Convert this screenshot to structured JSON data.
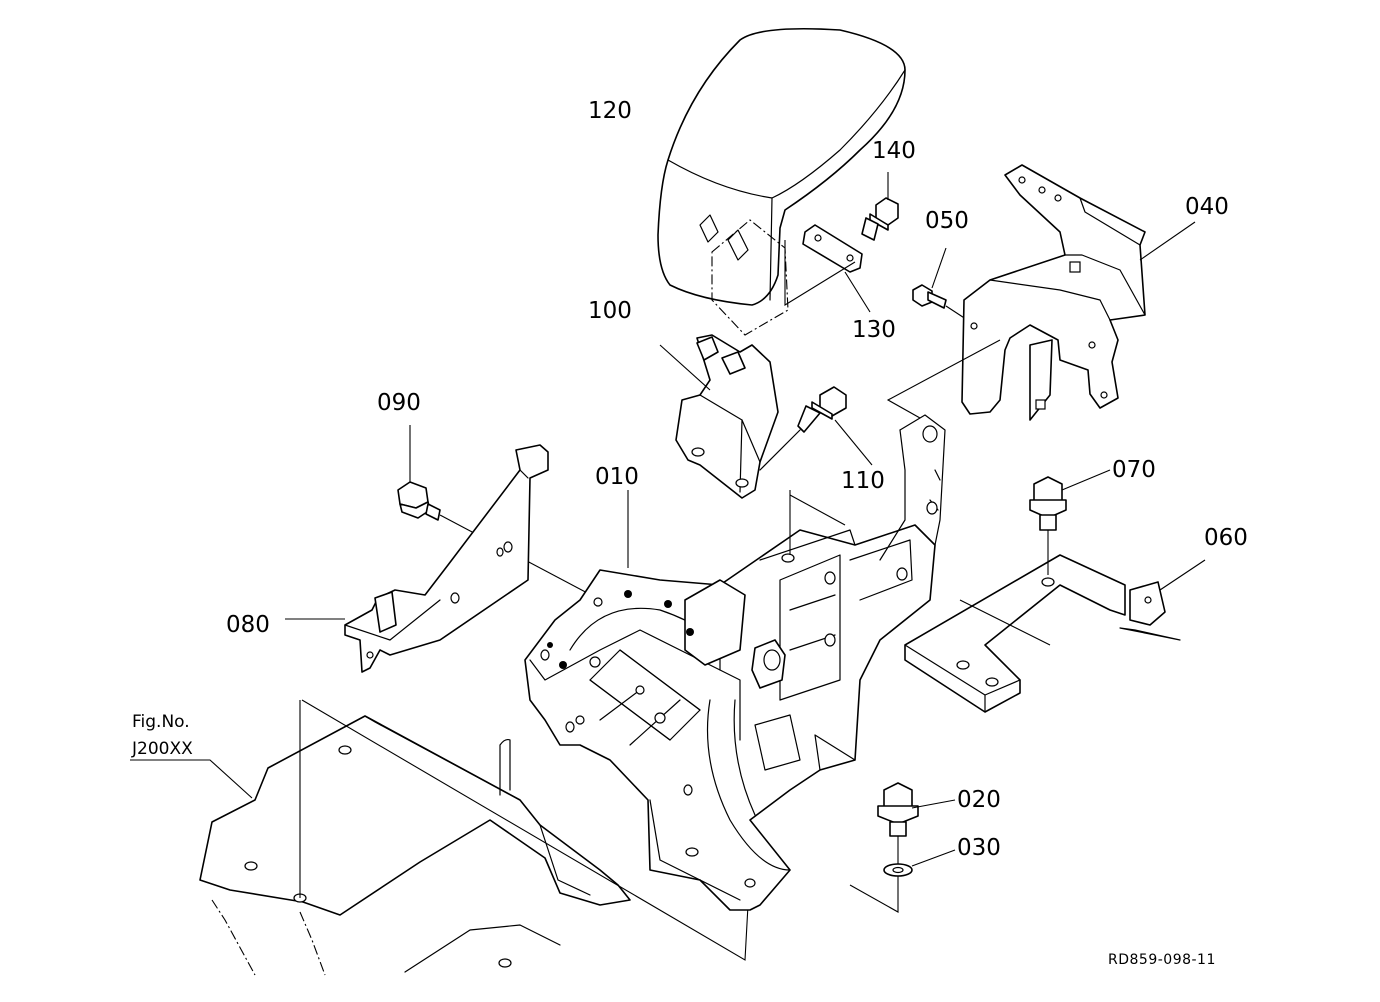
{
  "labels": {
    "p120": "120",
    "p140": "140",
    "p050": "050",
    "p040": "040",
    "p130": "130",
    "p100": "100",
    "p090": "090",
    "p110": "110",
    "p010": "010",
    "p070": "070",
    "p060": "060",
    "p080": "080",
    "p020": "020",
    "p030": "030"
  },
  "reference": {
    "line1": "Fig.No.",
    "line2": "J200XX"
  },
  "drawing_code": "RD859-098-11"
}
